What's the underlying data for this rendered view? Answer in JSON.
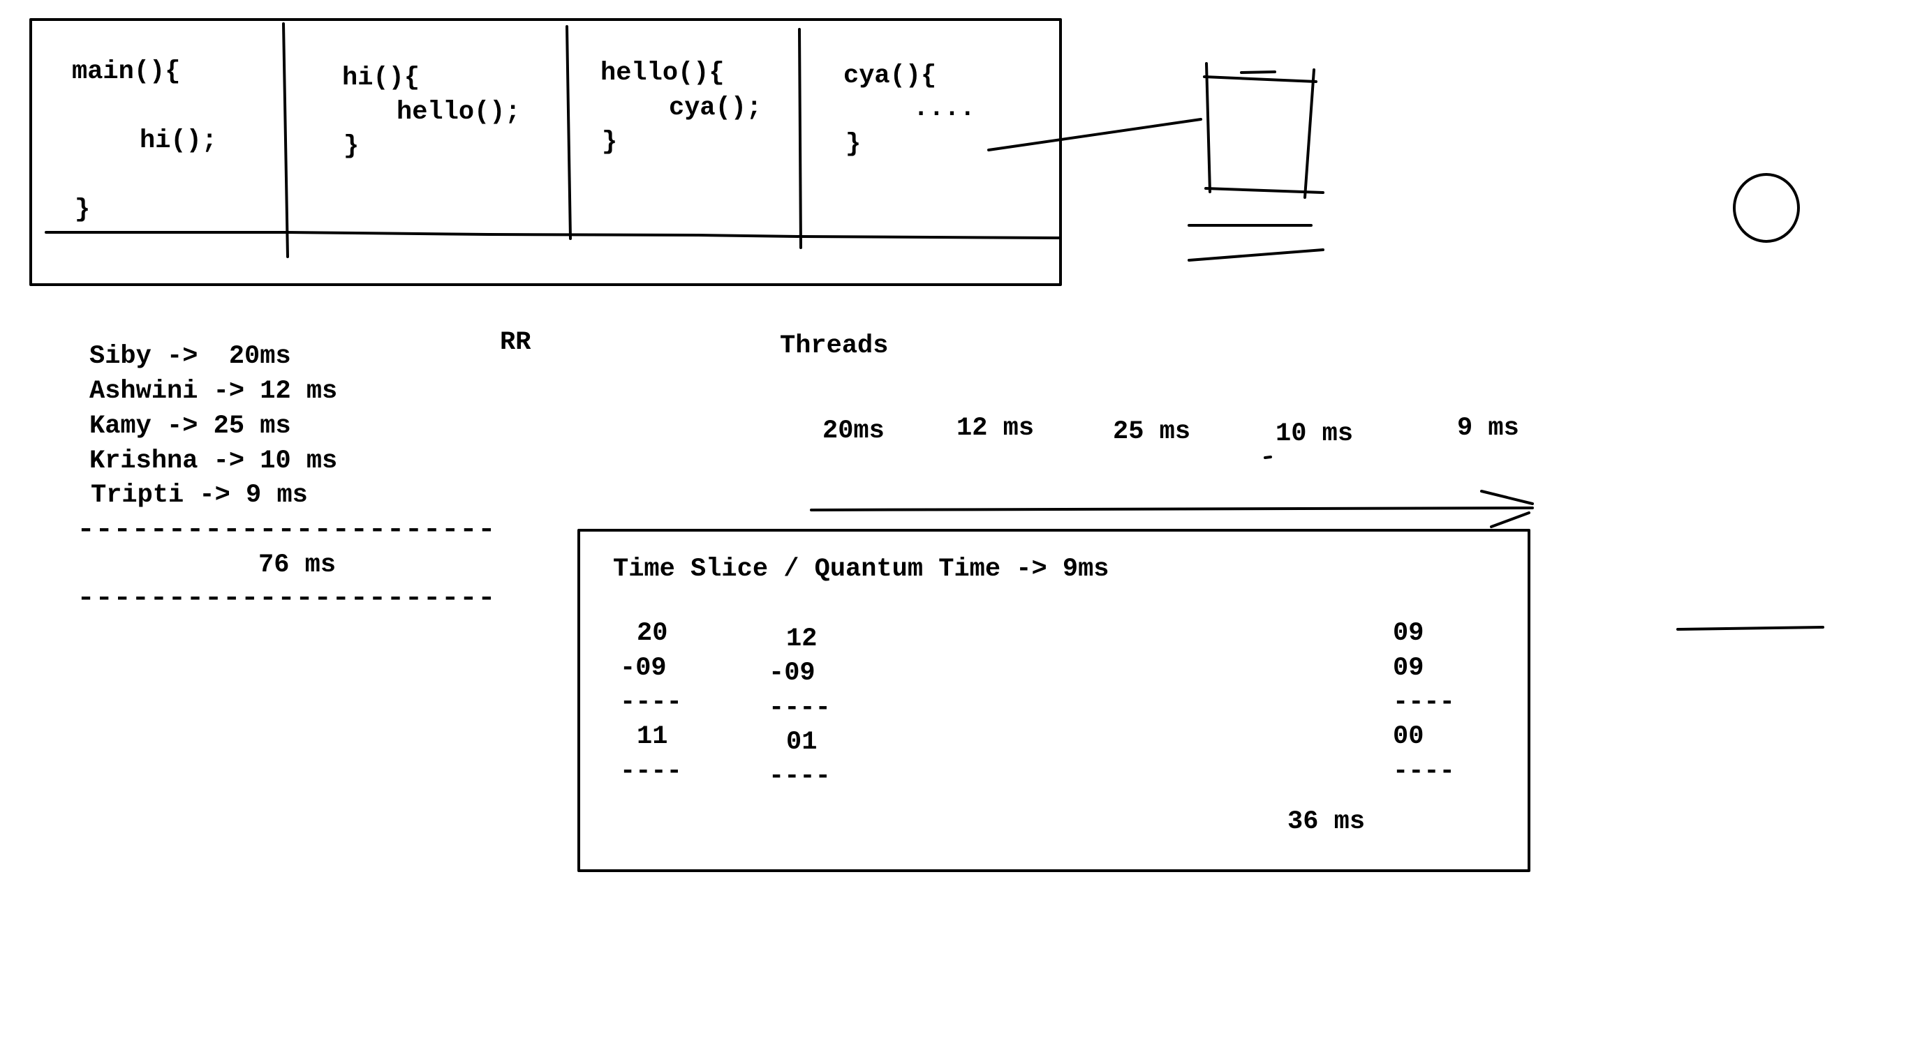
{
  "call_stack_panel": {
    "main_frame": {
      "line1": "main(){",
      "line2": "hi();",
      "line3": "}"
    },
    "hi_frame": {
      "line1": "hi(){",
      "line2": "hello();",
      "line3": "}"
    },
    "hello_frame": {
      "line1": "hello(){",
      "line2": "cya();",
      "line3": "}"
    },
    "cya_frame": {
      "line1": "cya(){",
      "line2": "....",
      "line3": "}"
    }
  },
  "labels": {
    "rr": "RR",
    "threads": "Threads"
  },
  "process_list": {
    "rows": [
      "Siby ->  20ms",
      "Ashwini -> 12 ms",
      "Kamy -> 25 ms",
      "Krishna -> 10 ms",
      "Tripti -> 9 ms"
    ],
    "divider": "-----------------------",
    "total": "76 ms"
  },
  "thread_timeline": {
    "durations": [
      "20ms",
      "12 ms",
      "25 ms",
      "10 ms",
      "9 ms"
    ]
  },
  "round_robin_box": {
    "title": "Time Slice / Quantum Time -> 9ms",
    "columns": [
      {
        "a": "20",
        "b": "-09",
        "rule": "----",
        "result": "11",
        "rule2": "----"
      },
      {
        "a": "12",
        "b": "-09",
        "rule": "----",
        "result": "01",
        "rule2": "----"
      },
      {
        "a": "09",
        "b": "09",
        "rule": "----",
        "result": "00",
        "rule2": "----"
      }
    ],
    "elapsed": "36 ms"
  },
  "colors": {
    "ink": "#000000",
    "background": "#ffffff"
  }
}
